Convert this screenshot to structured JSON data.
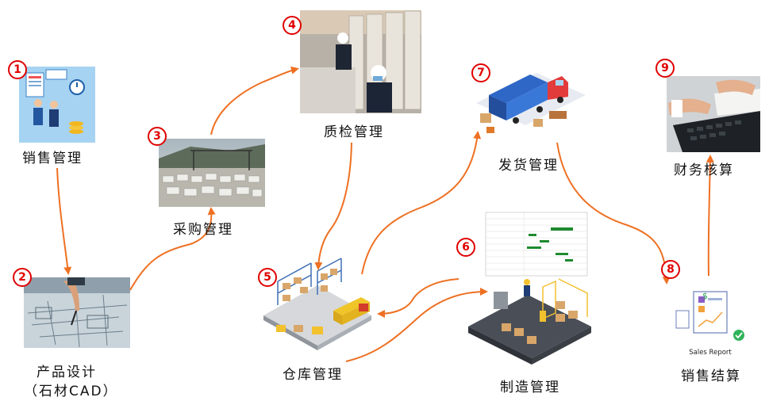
{
  "steps": [
    {
      "num": "1",
      "label": "销售管理"
    },
    {
      "num": "2",
      "label": "产品设计",
      "label2": "（石材CAD）"
    },
    {
      "num": "3",
      "label": "采购管理"
    },
    {
      "num": "4",
      "label": "质检管理"
    },
    {
      "num": "5",
      "label": "仓库管理"
    },
    {
      "num": "6",
      "label": "制造管理"
    },
    {
      "num": "7",
      "label": "发货管理"
    },
    {
      "num": "8",
      "label": "销售结算"
    },
    {
      "num": "9",
      "label": "财务核算"
    }
  ],
  "sales_report_caption": "Sales Report",
  "colors": {
    "arrow": "#ee7022",
    "badge": "#e00000"
  }
}
